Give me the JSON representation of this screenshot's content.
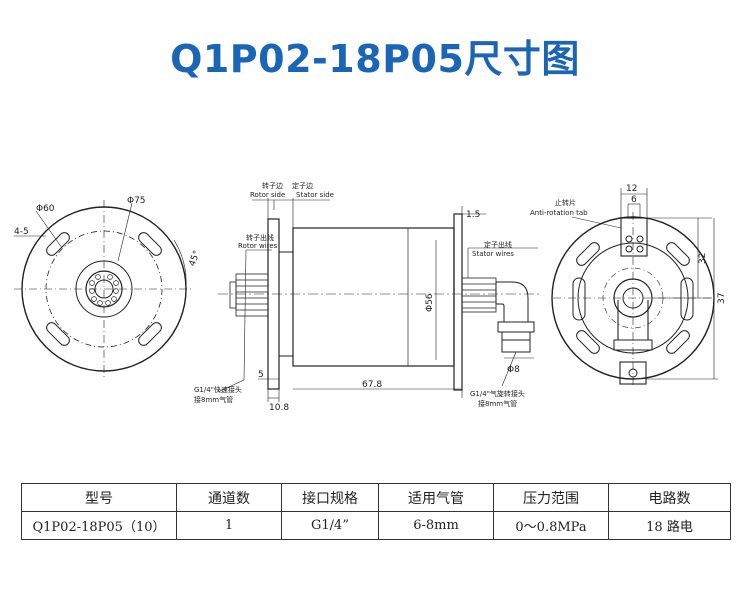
{
  "title": "Q1P02-18P05尺寸图",
  "colors": {
    "title": "#1b65b8",
    "line": "#222222"
  },
  "front_view": {
    "dim_bolt_circle": "Φ60",
    "dim_outer": "Φ75",
    "dim_slot": "4-5",
    "dim_angle": "45°"
  },
  "side_view": {
    "rotor_side_cn": "转子边",
    "stator_side_cn": "定子边",
    "rotor_side_en": "Rotor side",
    "stator_side_en": "Stator side",
    "rotor_wires_cn": "转子出线",
    "rotor_wires_en": "Rotor wires",
    "stator_wires_cn": "定子出线",
    "stator_wires_en": "Stator wires",
    "dim_diameter": "Φ56",
    "dim_length": "67.8",
    "dim_flange": "10.8",
    "dim_5": "5",
    "dim_1_5": "1.5",
    "dim_phi8": "Φ8",
    "fitting_left_1": "G1/4\"快速接头",
    "fitting_left_2": "接8mm气管",
    "fitting_right_1": "G1/4\"气旋转接头",
    "fitting_right_2": "接8mm气管"
  },
  "back_view": {
    "anti_rotation_cn": "止转片",
    "anti_rotation_en": "Anti-rotation tab",
    "dim_12": "12",
    "dim_6": "6",
    "dim_32": "32",
    "dim_37": "37"
  },
  "table": {
    "headers": [
      "型号",
      "通道数",
      "接口规格",
      "适用气管",
      "压力范围",
      "电路数"
    ],
    "row": [
      "Q1P02-18P05（10）",
      "1",
      "G1/4”",
      "6-8mm",
      "0～0.8MPa",
      "18 路电"
    ]
  }
}
